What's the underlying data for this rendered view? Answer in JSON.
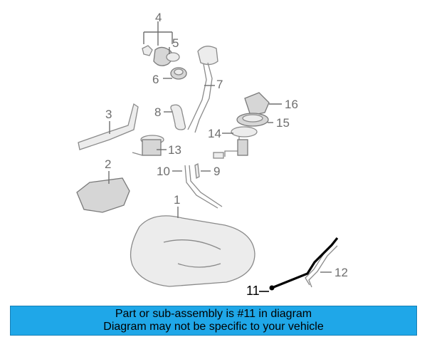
{
  "banner": {
    "line1": "Part or sub-assembly is #11 in diagram",
    "line2": "Diagram may not be specific to your vehicle"
  },
  "highlighted_part": "11",
  "callouts": {
    "c1": "1",
    "c2": "2",
    "c3": "3",
    "c4": "4",
    "c5": "5",
    "c6": "6",
    "c7": "7",
    "c8": "8",
    "c9": "9",
    "c10": "10",
    "c11": "11",
    "c12": "12",
    "c13": "13",
    "c14": "14",
    "c15": "15",
    "c16": "16"
  },
  "colors": {
    "banner": "#1fa7e8",
    "highlight": "#000000",
    "drawing": "#8a8a8a"
  }
}
